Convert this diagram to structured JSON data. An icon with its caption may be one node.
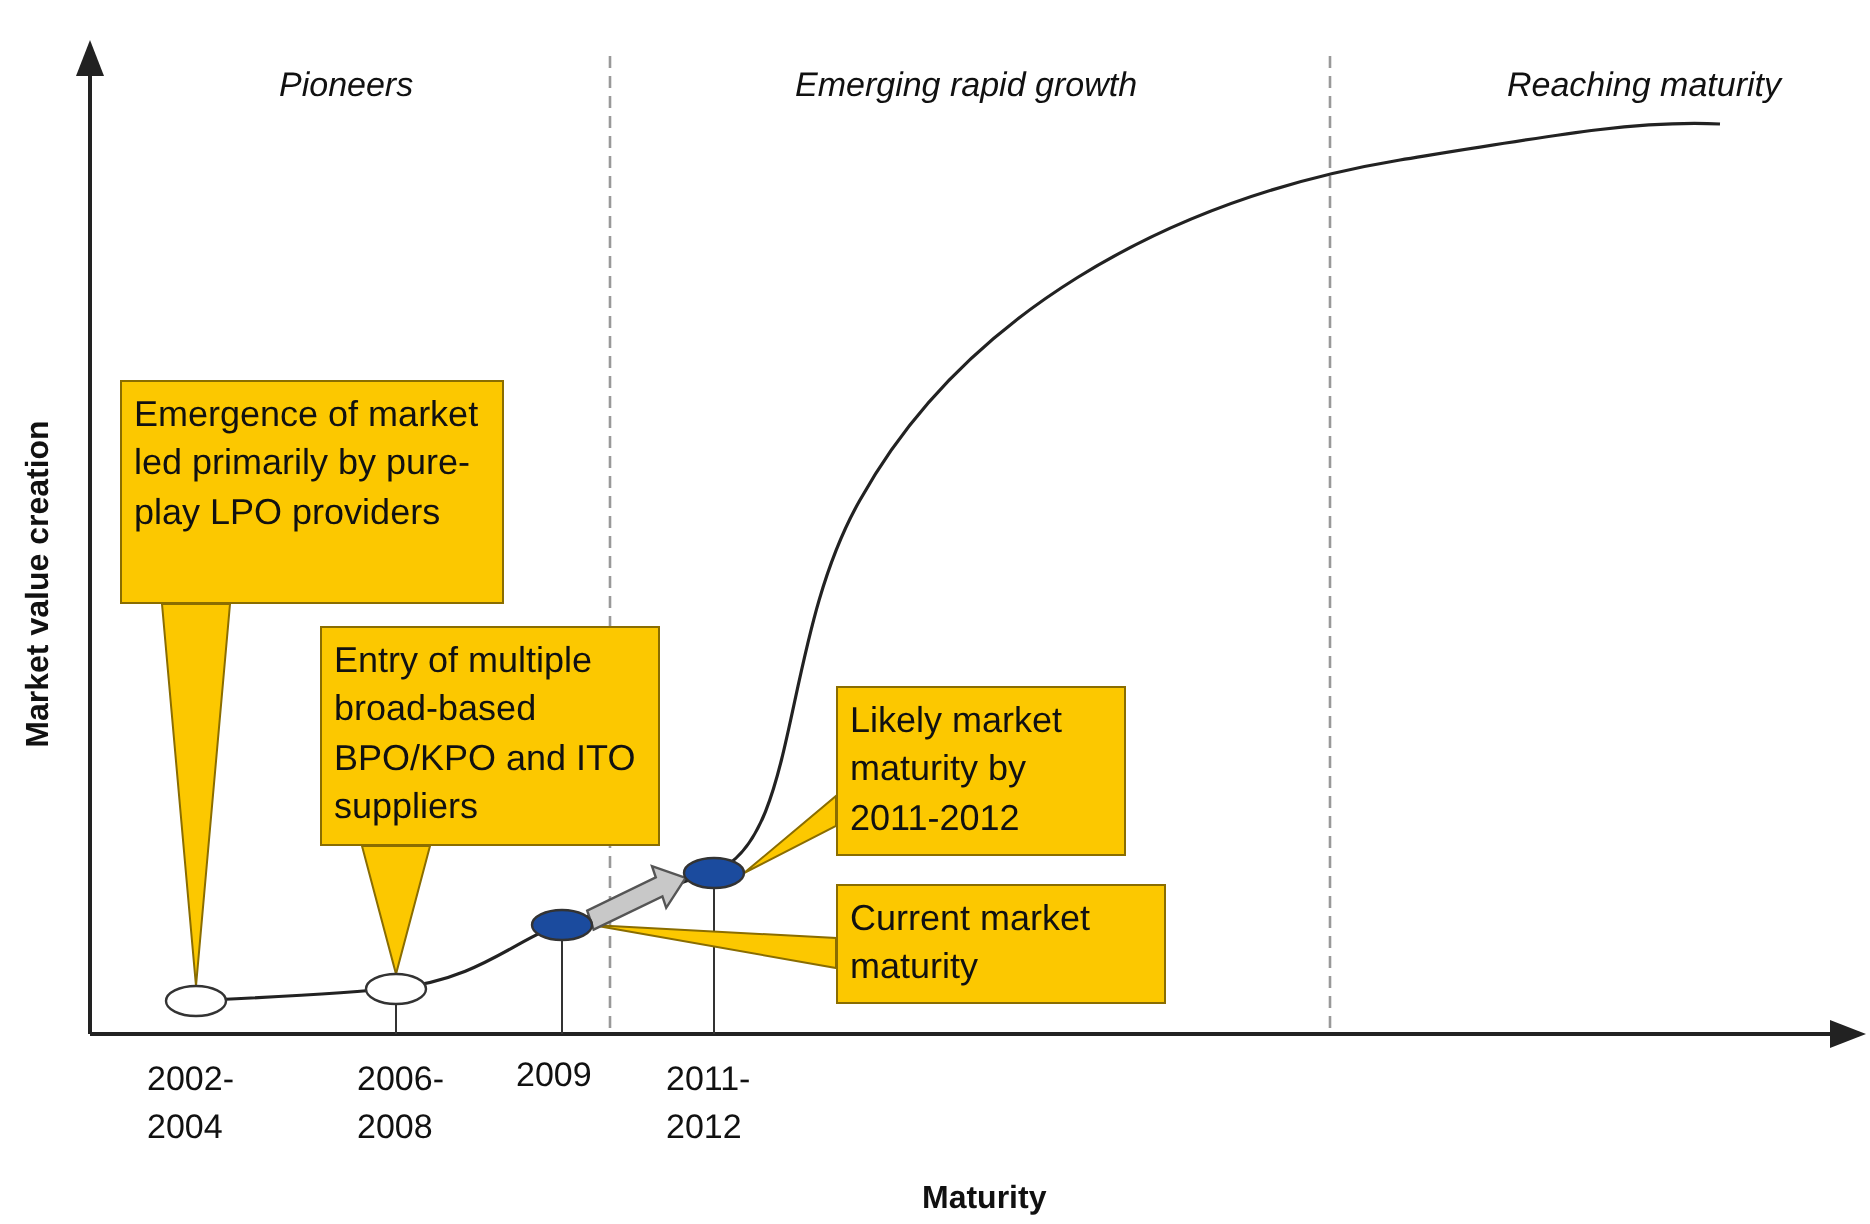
{
  "diagram": {
    "nodes": [
      {
        "text": [
          "Emergence of market led primarily by pure-play LPO providers"
        ]
      },
      {
        "text": [
          "Entry of multiple broad-based BPO/KPO and ITO suppliers"
        ]
      },
      {
        "text": [
          "Likely market maturity by 2011-2012"
        ]
      },
      {
        "text": [
          "Current market maturity"
        ]
      },
      {
        "text": [],
        "shape": "ellipse"
      },
      {
        "text": [],
        "shape": "ellipse"
      },
      {
        "text": [],
        "shape": "ellipse"
      },
      {
        "text": [],
        "shape": "ellipse"
      }
    ],
    "edges": [
      {
        "from": 0,
        "to": 4,
        "arrow": "none"
      },
      {
        "from": 1,
        "to": 5,
        "arrow": "none"
      },
      {
        "from": 2,
        "to": 7,
        "arrow": "none"
      },
      {
        "from": 3,
        "to": 6,
        "arrow": "none"
      },
      {
        "from": 6,
        "to": 7,
        "arrow": "to",
        "style": "thick",
        "color": "#c8c8c8"
      }
    ],
    "labels": [
      "Pioneers",
      "Emerging rapid growth",
      "Reaching maturity",
      "Market value creation",
      "2002-2004",
      "2006-2008",
      "2009",
      "2011-2012",
      "Maturity"
    ]
  }
}
